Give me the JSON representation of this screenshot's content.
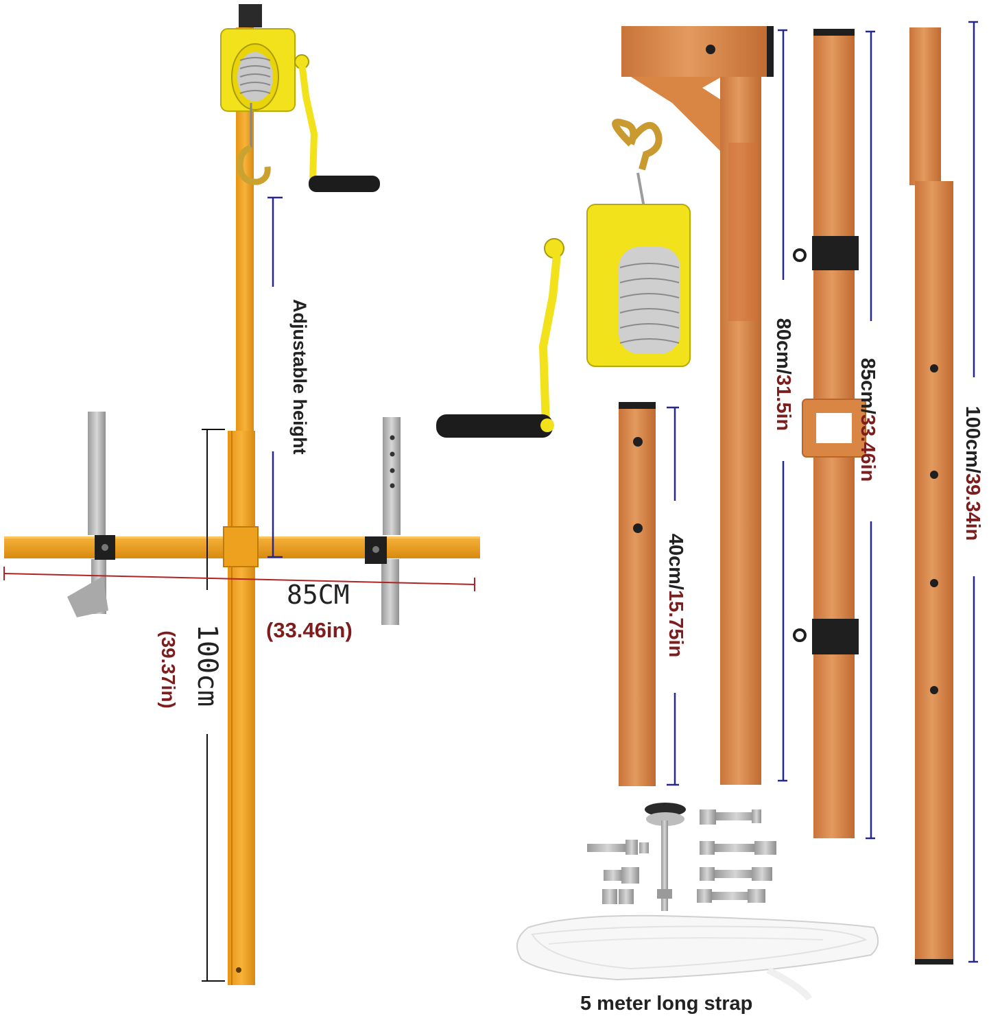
{
  "labels": {
    "adjustable_height": "Adjustable height",
    "width_cm": "85CM",
    "width_in": "(33.46in)",
    "height_cm": "100cm",
    "height_in": "(39.37in)",
    "leg_cm": "40cm/",
    "leg_in": "15.75in",
    "boom_cm": "80cm/",
    "boom_in": "31.5in",
    "mid_cm": "85cm/",
    "mid_in": "33.46in",
    "long_cm": "100cm/",
    "long_in": "39.34in",
    "strap": "5 meter long strap"
  },
  "colors": {
    "frame_yellow": "#f3a21e",
    "tube_orange": "#d9833f",
    "winch_yellow": "#f2e21b",
    "bracket_black": "#1f1f1f",
    "steel": "#b9b9b9",
    "dimension_blue": "#26268f",
    "dimension_red": "#b22222",
    "label_red": "#7d1d1d"
  }
}
